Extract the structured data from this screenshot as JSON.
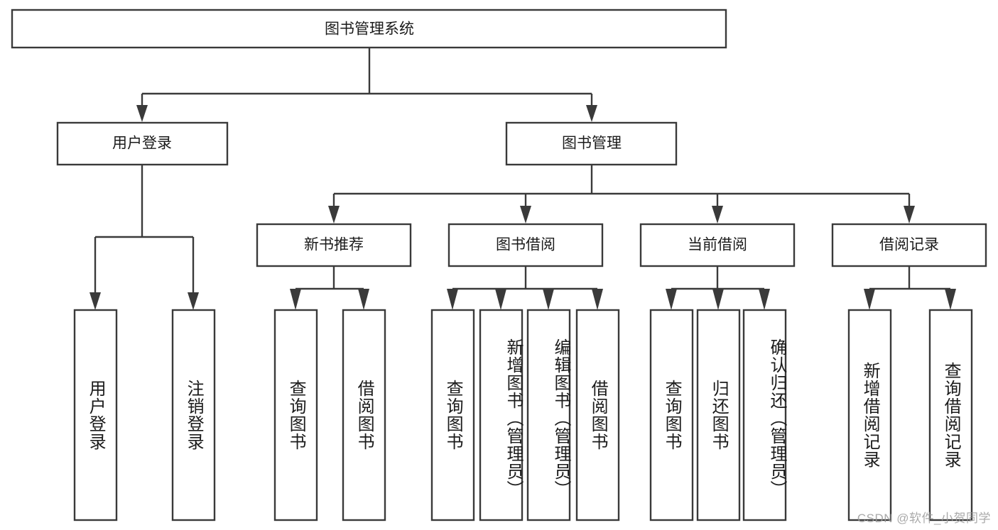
{
  "diagram": {
    "type": "tree-hierarchy",
    "title": "图书管理系统",
    "watermark": "CSDN @软件_小贺同学",
    "colors": {
      "stroke": "#3a3a3a",
      "fill": "#ffffff",
      "text": "#1b1b1b",
      "watermark": "#9b9b9b"
    },
    "root": {
      "label": "图书管理系统"
    },
    "level2": [
      {
        "label": "用户登录"
      },
      {
        "label": "图书管理"
      }
    ],
    "level3": [
      {
        "label": "新书推荐"
      },
      {
        "label": "图书借阅"
      },
      {
        "label": "当前借阅"
      },
      {
        "label": "借阅记录"
      }
    ],
    "leaves": {
      "user_login": [
        {
          "label": "用户登录"
        },
        {
          "label": "注销登录"
        }
      ],
      "new_book_recommend": [
        {
          "label": "查询图书"
        },
        {
          "label": "借阅图书"
        }
      ],
      "book_borrow": [
        {
          "label": "查询图书"
        },
        {
          "label": "新增图书（管理员）"
        },
        {
          "label": "编辑图书（管理员）"
        },
        {
          "label": "借阅图书"
        }
      ],
      "current_borrow": [
        {
          "label": "查询图书"
        },
        {
          "label": "归还图书"
        },
        {
          "label": "确认归还（管理员）"
        }
      ],
      "borrow_record": [
        {
          "label": "新增借阅记录"
        },
        {
          "label": "查询借阅记录"
        }
      ]
    }
  }
}
